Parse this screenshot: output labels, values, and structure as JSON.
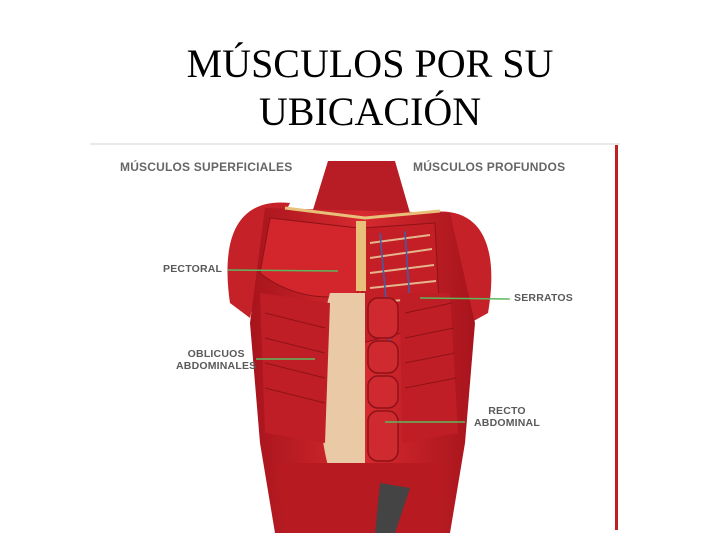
{
  "slide": {
    "title": "MÚSCULOS POR SU\nUBICACIÓN"
  },
  "figure": {
    "header_left": "MÚSCULOS SUPERFICIALES",
    "header_right": "MÚSCULOS PROFUNDOS",
    "labels": {
      "pectoral": "PECTORAL",
      "oblicuos": "OBLICUOS\nABDOMINALES",
      "serratos": "SERRATOS",
      "recto": "RECTO\nABDOMINAL"
    },
    "colors": {
      "muscle": "#c8202a",
      "muscle_dark": "#8e1218",
      "tendon": "#e8c9a8",
      "pointer": "#5cb85c"
    }
  }
}
